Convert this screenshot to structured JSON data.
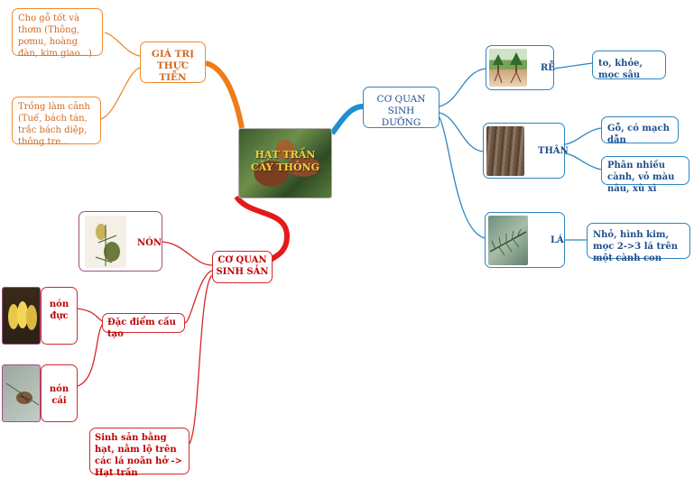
{
  "center": {
    "title_line1": "HẠT TRẦN",
    "title_line2": "CÂY THÔNG"
  },
  "branches": {
    "value": {
      "title": "GIÁ TRỊ THỰC TIỄN",
      "items": [
        "Cho gỗ tốt và thơm (Thông, pơmu, hoàng đàn, kim giao...)",
        "Trồng làm cảnh (Tuế, bách tán, trắc bách diệp, thông tre..."
      ]
    },
    "vegetative": {
      "title": "CƠ QUAN SINH DƯỠNG",
      "root": {
        "label": "RỄ",
        "desc": "to, khỏe, mọc sâu"
      },
      "stem": {
        "label": "THÂN",
        "desc1": "Gỗ, có mạch dẫn",
        "desc2": "Phân nhiều cành, vỏ màu nâu, xù xì"
      },
      "leaf": {
        "label": "LÁ",
        "desc": "Nhỏ, hình kim, mọc 2->3 lá trên một cành con"
      }
    },
    "reproductive": {
      "title": "CƠ QUAN SINH SẢN",
      "cone": {
        "label": "NÓN"
      },
      "structure": {
        "title": "Đặc điểm cấu tạo",
        "male": "nón đực",
        "female": "nón cái"
      },
      "reproduction": "Sinh sản bằng hạt, nằm lộ trên các lá noãn hở -> Hạt trần"
    }
  },
  "colors": {
    "orange": "#f08a30",
    "blue": "#2e86c1",
    "red": "#d62828"
  }
}
